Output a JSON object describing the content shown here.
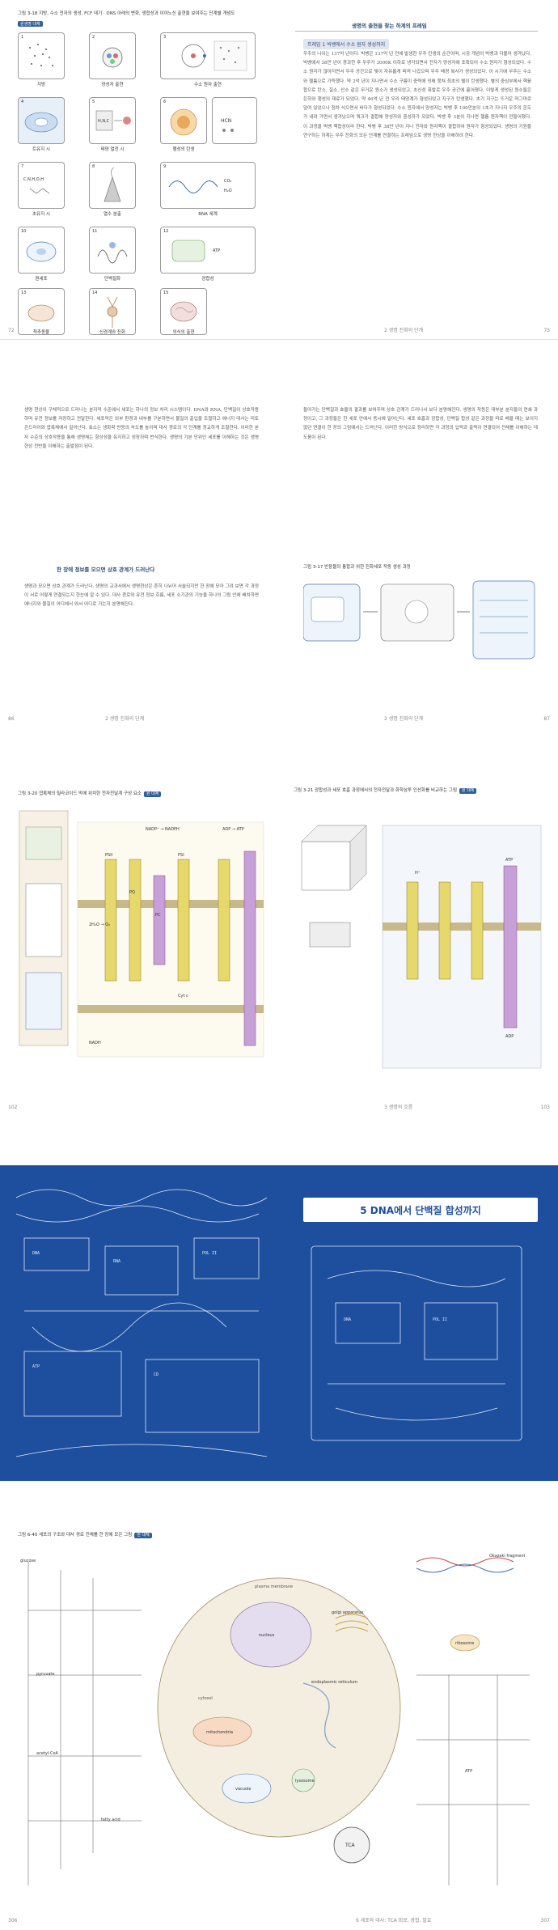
{
  "spread1": {
    "left": {
      "caption": "그림 3-18 지방, 수소 전자의 생성, FCF 데기 · DNS 아래의 변화, 생합성과 이야노신 출현을 보여주는 단계별 개념도",
      "badge": "원생명 대체",
      "items": [
        {
          "n": "1",
          "label": "지방"
        },
        {
          "n": "2",
          "label": "양성자 출현"
        },
        {
          "n": "3",
          "label": "수소 원자 출현"
        },
        {
          "n": "4",
          "label": "트유지 시"
        },
        {
          "n": "5",
          "label": "태양 열전 시"
        },
        {
          "n": "6",
          "label": "행성의 탄생"
        },
        {
          "n": "7",
          "label": "초유지 시"
        },
        {
          "n": "8",
          "label": "열수 분출"
        },
        {
          "n": "9",
          "label": "RNA 세계"
        },
        {
          "n": "10",
          "label": "원세포"
        },
        {
          "n": "11",
          "label": "단백질화"
        },
        {
          "n": "12",
          "label": "광합성"
        },
        {
          "n": "13",
          "label": "척추동물"
        },
        {
          "n": "14",
          "label": "신경계와 진화"
        },
        {
          "n": "15",
          "label": "의식의 출현"
        }
      ],
      "icon_texts": {
        "hnc": "H,N,C",
        "hcn": "HCN",
        "cnhoh": "C,N,H,O,H",
        "co2": "CO₂",
        "h2o": "H₂O",
        "atp": "ATP"
      },
      "footer": "72",
      "footer_mid": ""
    },
    "right": {
      "section_head": "생명의 출현을 찾는 하계의 프레임",
      "box_head": "프레임 1 빅뱅에서 수소 원자 생성까지",
      "body": "우주의 나이는 137억 년이다. 빅뱅은 137억 년 전에 발생한 우주 탄생의 순간이며, 시공 개념이 빅뱅과 더불어 생겨났다. 빅뱅에서 38만 년이 경과한 후 우주가 3000K 이하로 냉각되면서 전자가 양성자에 포획되어 수소 원자가 형성되었다. 수소 원자가 많아지면서 우주 공간으로 빛이 자유롭게 퍼져 나갔으며 우주 배경 복사가 생성되었다. 이 시기에 우주는 수소와 헬륨으로 가득했다. 약 2억 년이 지나면서 수소 구름이 중력에 의해 뭉쳐 최초의 별이 탄생했다. 별의 중심부에서 핵융합으로 탄소, 질소, 산소 같은 무거운 원소가 생성되었고, 초신성 폭발로 우주 공간에 흩어졌다. 이렇게 생성된 원소들은 은하와 행성의 재료가 되었다. 약 46억 년 전 우리 태양계가 형성되었고 지구가 탄생했다. 초기 지구는 뜨거운 마그마로 덮여 있었으나 점차 식으면서 바다가 형성되었다. 수소 원자에서 양성자는 빅뱅 후 100만분의 1초가 지나자 우주의 온도가 내려 가면서 생겨났으며 쿼크가 결합해 양성자와 중성자가 되었다. 빅뱅 후 3분이 지나면 헬륨 원자핵이 만들어졌다. 이 과정을 빅뱅 핵합성이라 한다. 빅뱅 후 38만 년이 지나 전자와 원자핵이 결합하여 원자가 형성되었다. 생명의 기원을 연구하는 하계는 우주 진화의 모든 단계를 연결하는 프레임으로 생명 현상을 이해하려 한다.",
      "footer": "73",
      "footer_mid": "2 생명 진화의 단계"
    }
  },
  "spread2": {
    "left": {
      "body_top": "생명 현상이 구체적으로 드러나는 분자적 수준에서 세포는 하나의 정보 처리 시스템이다. DNA와 RNA, 단백질이 상호작용하며 유전 정보를 저장하고 전달한다. 세포막은 외부 환경과 내부를 구분하면서 물질의 출입을 조절하고 에너지 대사는 미토콘드리아와 엽록체에서 일어난다. 효소는 생화학 반응의 속도를 높이며 대사 경로의 각 단계를 정교하게 조절한다. 이러한 분자 수준의 상호작용을 통해 생명체는 항상성을 유지하고 성장하며 번식한다. 생명의 기본 단위인 세포를 이해하는 것은 생명 현상 전반을 이해하는 출발점이 된다.",
      "section_title": "한 장에 정보를 모으면 상호 관계가 드러난다",
      "body_bottom": "생명과 모으면 상호 관계가 드러난다. 생명의 교과서에서 생명현상은 흔히 나뉘어 서술되지만 한 장에 모아 그려 보면 각 과정이 서로 어떻게 연결되는지 한눈에 알 수 있다. 대사 경로와 유전 정보 흐름, 세포 소기관의 기능을 하나의 그림 안에 배치하면 에너지와 물질이 어디에서 와서 어디로 가는지 분명해진다.",
      "footer": "86",
      "footer_mid": "2 생명 진화의 단계"
    },
    "right": {
      "body": "들어가는 단백질과 효율의 결과를 보여주며 상호 관계가 드러나서 보다 분명해진다. 생명의 작동은 대부분 분자들의 연쇄 과정이고, 그 과정들은 한 세포 안에서 동시에 일어난다. 세포 호흡과 광합성, 단백질 합성 같은 과정을 따로 배울 때는 보이지 않던 연결이 한 장의 그림에서는 드러난다. 이러한 방식으로 정리하면 각 과정의 입력과 출력이 연결되어 전체를 이해하는 데 도움이 된다.",
      "fig_caption": "그림 3-17 반응물의 통합과 위한 진화세포 작동 생성 과정",
      "footer": "87",
      "footer_mid": "2 생명 진화의 단계"
    }
  },
  "spread3": {
    "left": {
      "caption": "그림 3-20 엽록체의 틸라코이드 막에 위치한 전자전달계 구성 요소",
      "badge": "원 대체",
      "labels": {
        "nadph": "NADP⁺ → NADPH",
        "atp": "ADP → ATP",
        "psi": "PSI",
        "psii": "PSII",
        "pc": "PC",
        "pq": "PQ",
        "h2o": "2H₂O → O₂",
        "nadh": "NADH",
        "cytc": "Cyt c"
      },
      "footer": "102",
      "footer_mid": ""
    },
    "right": {
      "caption": "그림 3-21 광합성과 세포 호흡 과정에서의 전자전달과 화학삼투 인산화를 비교하는 그림",
      "badge": "원 대체",
      "labels": {
        "atp": "ATP",
        "adp": "ADP",
        "h": "H⁺"
      },
      "footer": "103",
      "footer_mid": "3 생명의 흐름"
    }
  },
  "spread4": {
    "right_title": "5 DNA에서 단백질 합성까지",
    "chalk": {
      "dna": "DNA",
      "rna": "RNA",
      "pol": "POL II",
      "atp": "ATP",
      "cd": "CD"
    }
  },
  "spread5": {
    "caption": "그림 6-40 세포의 구조와 대사 경로 전체를 한 장에 모은 그림",
    "badge": "원 대체",
    "labels": {
      "nucleus": "nucleus",
      "mito": "mitochondria",
      "er": "endoplasmic reticulum",
      "golgi": "golgi apparatus",
      "tca": "TCA",
      "atp": "ATP",
      "lyso": "lysosome",
      "vacuole": "vacuole",
      "glucose": "glucose",
      "pyruvate": "pyruvate",
      "acetyl": "acetyl-CoA",
      "fatty": "fatty acid",
      "okazaki": "Okazaki fragment",
      "ribo": "ribosome",
      "cytosol": "cytosol",
      "membrane": "plasma membrane"
    },
    "footer_left": "306",
    "footer_right": "307",
    "footer_mid": "6 세포와 대사: TCA 회로, 광합, 발효"
  }
}
